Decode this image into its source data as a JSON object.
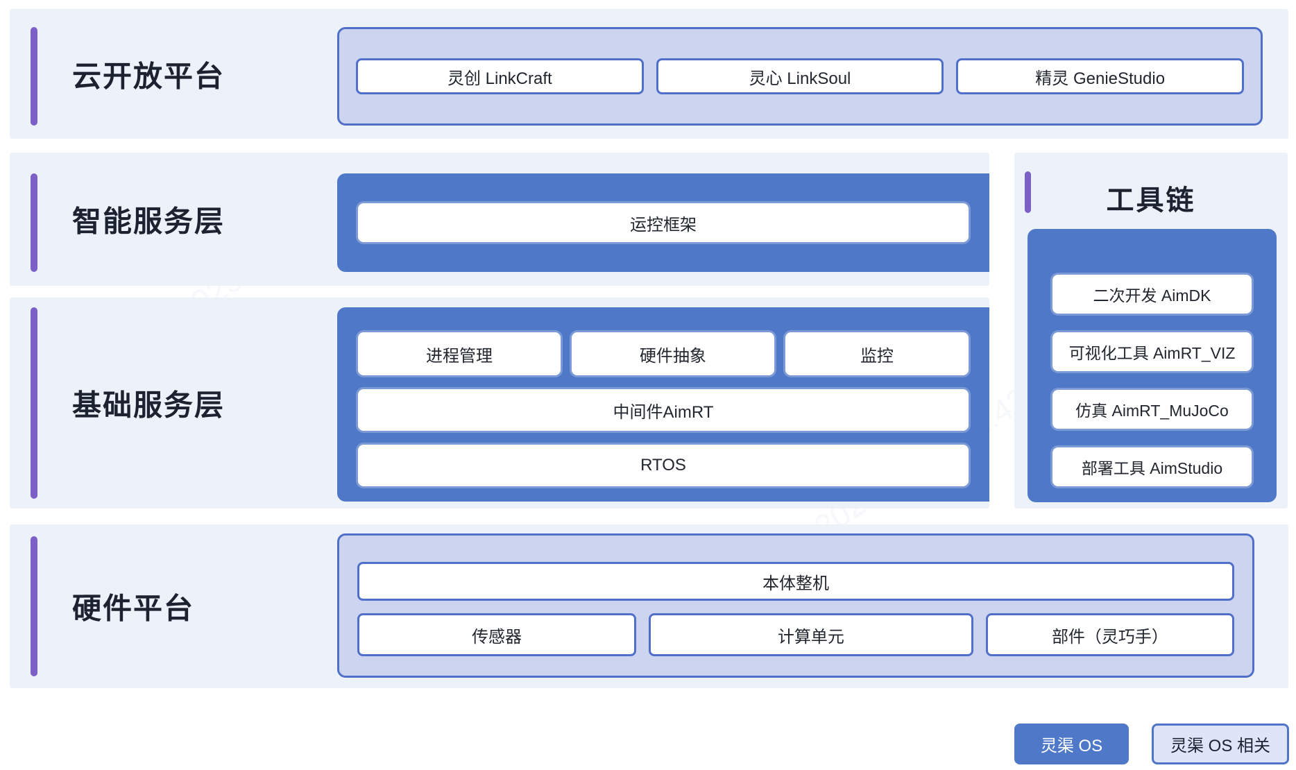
{
  "watermark": {
    "text": "2025/12/31 11:42"
  },
  "colors": {
    "section_bg": "#edf1fa",
    "container_blue": "#4f78c8",
    "container_lavender": "#cdd4f0",
    "border_blue": "#4f6fc8",
    "accent_purple": "#7d5fc8",
    "title_text": "#1d2230"
  },
  "rows": {
    "cloud": {
      "title": "云开放平台",
      "items": [
        "灵创 LinkCraft",
        "灵心 LinkSoul",
        "精灵 GenieStudio"
      ]
    },
    "intelligent": {
      "title": "智能服务层",
      "items": [
        "运控框架"
      ]
    },
    "foundation": {
      "title": "基础服务层",
      "top_items": [
        "进程管理",
        "硬件抽象",
        "监控"
      ],
      "middle_item": "中间件AimRT",
      "bottom_item": "RTOS"
    },
    "toolchain": {
      "title": "工具链",
      "items": [
        "二次开发 AimDK",
        "可视化工具 AimRT_VIZ",
        "仿真 AimRT_MuJoCo",
        "部署工具 AimStudio"
      ]
    },
    "hardware": {
      "title": "硬件平台",
      "full_item": "本体整机",
      "items": [
        "传感器",
        "计算单元",
        "部件（灵巧手）"
      ]
    }
  },
  "legend": {
    "primary": "灵渠 OS",
    "secondary": "灵渠 OS 相关"
  }
}
